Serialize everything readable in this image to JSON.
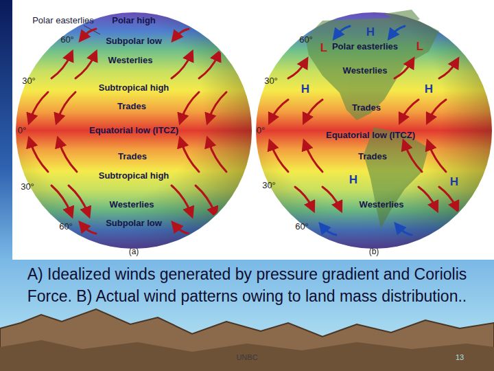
{
  "diagram": {
    "caption": "A) Idealized winds generated by pressure gradient and Coriolis Force. B) Actual wind patterns owing to land mass distribution..",
    "labels": [
      "Polar easterlies",
      "Polar high",
      "60°",
      "Subpolar low",
      "Westerlies",
      "30°",
      "Subtropical high",
      "Trades",
      "0°",
      "Equatorial low (ITCZ)",
      "Trades",
      "30°",
      "Subtropical high",
      "Westerlies",
      "60°",
      "Subpolar low",
      "(a)",
      "60°",
      "H",
      "L",
      "Polar easterlies",
      "L",
      "Westerlies",
      "30°",
      "H",
      "H",
      "Trades",
      "0°",
      "Equatorial low (ITCZ)",
      "Trades",
      "30°",
      "H",
      "H",
      "Westerlies",
      "60°",
      "(b)",
      "UNBC",
      "13"
    ]
  }
}
